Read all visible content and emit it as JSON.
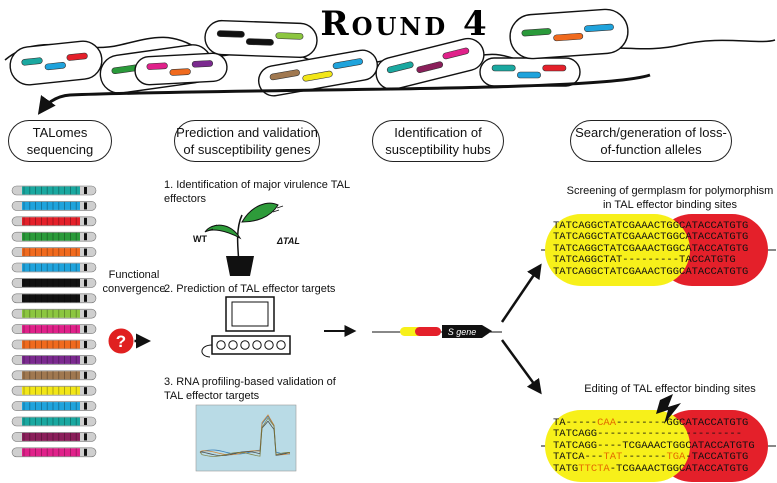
{
  "title": "Round 4",
  "steps": {
    "talomes": "TALomes sequencing",
    "prediction": "Prediction and validation of susceptibility genes",
    "hubs": "Identification of susceptibility hubs",
    "search": "Search/generation of loss-of-function alleles"
  },
  "labels": {
    "functional_convergence": "Functional convergence",
    "question_mark": "?",
    "step1": "1. Identification of major virulence TAL effectors",
    "wt": "WT",
    "delta_tal": "ΔTAL",
    "step2": "2. Prediction of TAL effector targets",
    "step3": "3. RNA profiling-based validation of TAL effector targets",
    "s_gene": "S gene",
    "screening": "Screening of germplasm for polymorphism in TAL effector binding sites",
    "editing": "Editing of TAL effector binding sites"
  },
  "sequences_screening": [
    "TATCAGGCTATCGAAACTGGCATACCATGTG",
    "TATCAGGCTATCGAAACTGGCATACCATGTG",
    "TATCAGGCTATCGAAACTGGCATACCATGTG",
    "TATCAGGCTAT---------TACCATGTG",
    "TATCAGGCTATCGAAACTGGCATACCATGTG"
  ],
  "sequences_editing": [
    [
      {
        "t": "TA-----"
      },
      {
        "t": "CAA",
        "h": true
      },
      {
        "t": "--------GGCATACCATGTG"
      }
    ],
    [
      {
        "t": "TATCAGG-----------------------"
      }
    ],
    [
      {
        "t": "TATCAGG----TCGAAACTGGCATACCATGTG"
      }
    ],
    [
      {
        "t": "TATCA---"
      },
      {
        "t": "TAT",
        "h": true
      },
      {
        "t": "-------"
      },
      {
        "t": "TGA",
        "h": true
      },
      {
        "t": "-TACCATGTG"
      }
    ],
    [
      {
        "t": "TATG"
      },
      {
        "t": "TTCTA",
        "h": true
      },
      {
        "t": "-TCGAAACTGGCATACCATGTG"
      }
    ]
  ],
  "colors": {
    "yellow": "#f7f01a",
    "red": "#e4202a",
    "question": "#e02020",
    "plot_bg": "#b9dbe6"
  },
  "tal_colors": [
    "#1aa8a0",
    "#1fa3dc",
    "#e4202a",
    "#2a9a3a",
    "#f06a1e",
    "#1fa3dc",
    "#111111",
    "#111111",
    "#8cc63f",
    "#e0218a",
    "#f06a1e",
    "#7b2a8f",
    "#a07850",
    "#f2e617",
    "#1fa3dc",
    "#1aa8a0",
    "#8a1f5a",
    "#e0218a"
  ]
}
